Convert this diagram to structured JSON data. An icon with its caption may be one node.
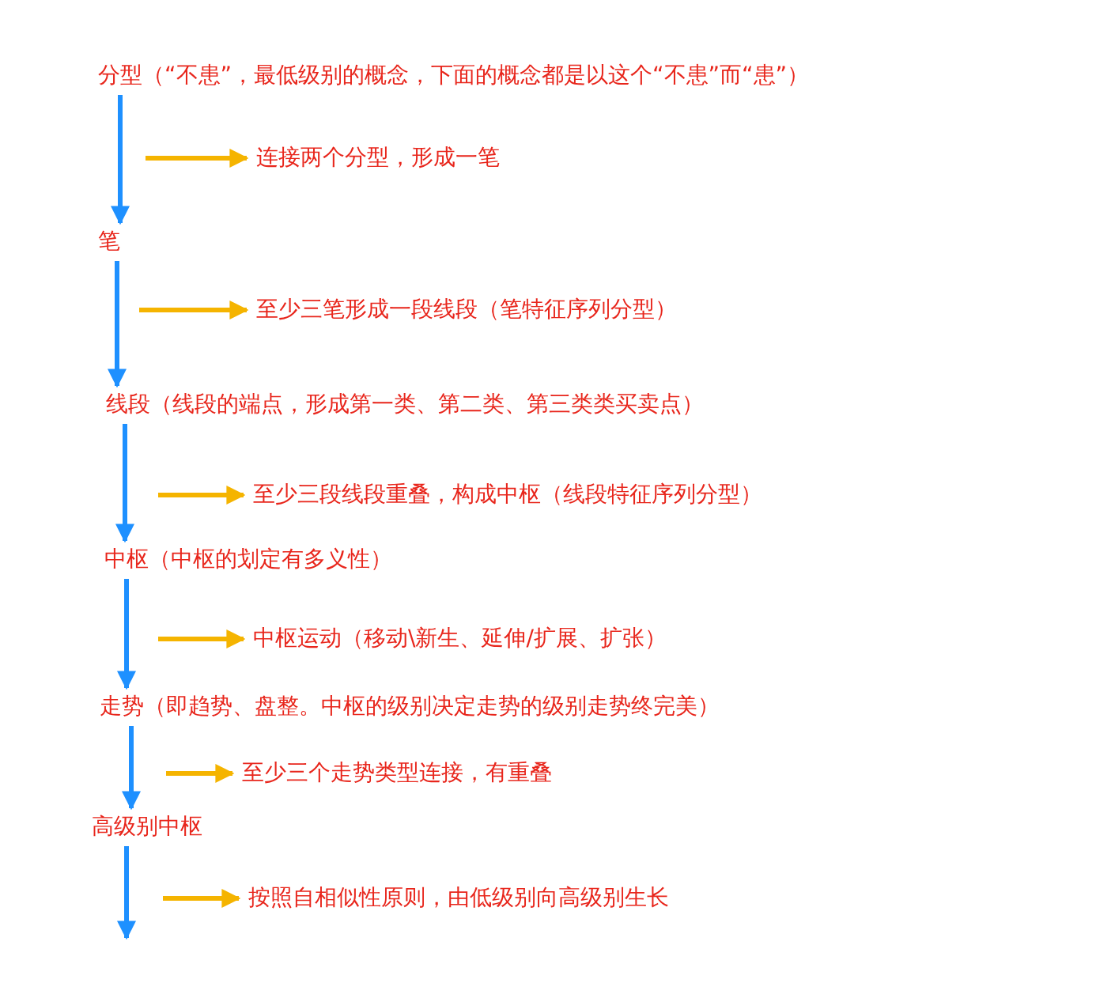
{
  "diagram": {
    "nodes": [
      {
        "text": [
          "分型（“不患”，最低级别的概念，下面的概念都是以这个“不患”而“患”）"
        ]
      },
      {
        "text": [
          "连接两个分型，形成一笔"
        ]
      },
      {
        "text": [
          "笔"
        ]
      },
      {
        "text": [
          "至少三笔形成一段线段（笔特征序列分型）"
        ]
      },
      {
        "text": [
          "线段（线段的端点，形成第一类、第二类、第三类类买卖点）"
        ]
      },
      {
        "text": [
          "至少三段线段重叠，构成中枢（线段特征序列分型）"
        ]
      },
      {
        "text": [
          "中枢（中枢的划定有多义性）"
        ]
      },
      {
        "text": [
          "中枢运动（移动\\新生、延伸/扩展、扩张）"
        ]
      },
      {
        "text": [
          "走势（即趋势、盘整。中枢的级别决定走势的级别走势终完美）"
        ]
      },
      {
        "text": [
          "至少三个走势类型连接，有重叠"
        ]
      },
      {
        "text": [
          "高级别中枢"
        ]
      },
      {
        "text": [
          "按照自相似性原则，由低级别向高级别生长"
        ]
      }
    ],
    "edges": [
      {
        "from": 0,
        "to": 2,
        "arrow": "to",
        "color": "#1e90ff"
      },
      {
        "from": null,
        "to": 1,
        "arrow": "to",
        "color": "#f5b400"
      },
      {
        "from": 2,
        "to": 4,
        "arrow": "to",
        "color": "#1e90ff"
      },
      {
        "from": null,
        "to": 3,
        "arrow": "to",
        "color": "#f5b400"
      },
      {
        "from": 4,
        "to": 6,
        "arrow": "to",
        "color": "#1e90ff"
      },
      {
        "from": null,
        "to": 5,
        "arrow": "to",
        "color": "#f5b400"
      },
      {
        "from": 6,
        "to": 8,
        "arrow": "to",
        "color": "#1e90ff"
      },
      {
        "from": null,
        "to": 7,
        "arrow": "to",
        "color": "#f5b400"
      },
      {
        "from": 8,
        "to": 10,
        "arrow": "to",
        "color": "#1e90ff"
      },
      {
        "from": null,
        "to": 9,
        "arrow": "to",
        "color": "#f5b400"
      },
      {
        "from": 10,
        "to": null,
        "arrow": "to",
        "color": "#1e90ff"
      },
      {
        "from": null,
        "to": 11,
        "arrow": "to",
        "color": "#f5b400"
      }
    ]
  }
}
